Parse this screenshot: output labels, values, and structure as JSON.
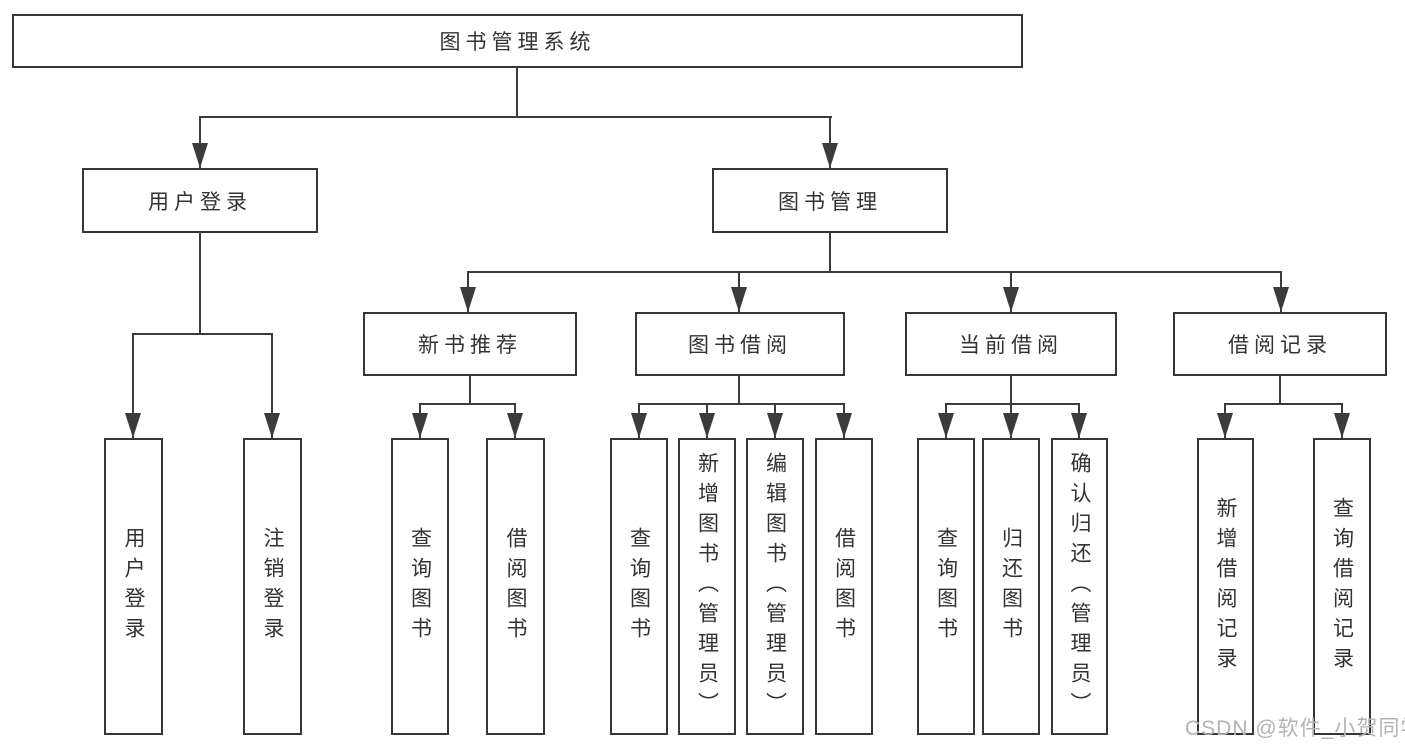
{
  "diagram": {
    "root": {
      "label": "图书管理系统"
    },
    "level2": [
      {
        "label": "用户登录"
      },
      {
        "label": "图书管理"
      }
    ],
    "level3": [
      {
        "label": "新书推荐"
      },
      {
        "label": "图书借阅"
      },
      {
        "label": "当前借阅"
      },
      {
        "label": "借阅记录"
      }
    ],
    "leaves": [
      {
        "label": "用户登录",
        "parent": "用户登录"
      },
      {
        "label": "注销登录",
        "parent": "用户登录"
      },
      {
        "label": "查询图书",
        "parent": "新书推荐"
      },
      {
        "label": "借阅图书",
        "parent": "新书推荐"
      },
      {
        "label": "查询图书",
        "parent": "图书借阅"
      },
      {
        "label": "新增图书（管理员）",
        "parent": "图书借阅"
      },
      {
        "label": "编辑图书（管理员）",
        "parent": "图书借阅"
      },
      {
        "label": "借阅图书",
        "parent": "图书借阅"
      },
      {
        "label": "查询图书",
        "parent": "当前借阅"
      },
      {
        "label": "归还图书",
        "parent": "当前借阅"
      },
      {
        "label": "确认归还（管理员）",
        "parent": "当前借阅"
      },
      {
        "label": "新增借阅记录",
        "parent": "借阅记录"
      },
      {
        "label": "查询借阅记录",
        "parent": "借阅记录"
      }
    ],
    "watermark": "CSDN @软件_小贺同学",
    "colors": {
      "line": "#3b3b3b",
      "box_border": "#363636",
      "text": "#333333",
      "watermark": "#b3b3b3",
      "background": "#ffffff"
    }
  }
}
